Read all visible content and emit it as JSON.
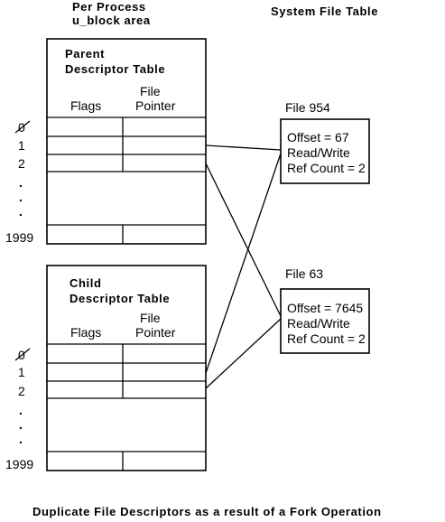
{
  "header": {
    "per_process_line1": "Per Process",
    "per_process_line2": "u_block area",
    "system_file_table": "System File Table"
  },
  "parent_table": {
    "title_line1": "Parent",
    "title_line2": "Descriptor Table",
    "col_flags": "Flags",
    "col_file_line1": "File",
    "col_file_line2": "Pointer"
  },
  "child_table": {
    "title_line1": "Child",
    "title_line2": "Descriptor Table",
    "col_flags": "Flags",
    "col_file_line1": "File",
    "col_file_line2": "Pointer"
  },
  "row_labels": {
    "zero": "0",
    "one": "1",
    "two": "2",
    "last": "1999"
  },
  "file_954": {
    "name": "File 954",
    "offset": "Offset = 67",
    "mode": "Read/Write",
    "ref": "Ref Count = 2"
  },
  "file_63": {
    "name": "File 63",
    "offset": "Offset = 7645",
    "mode": "Read/Write",
    "ref": "Ref Count = 2"
  },
  "caption": "Duplicate File Descriptors as a result of a Fork Operation"
}
